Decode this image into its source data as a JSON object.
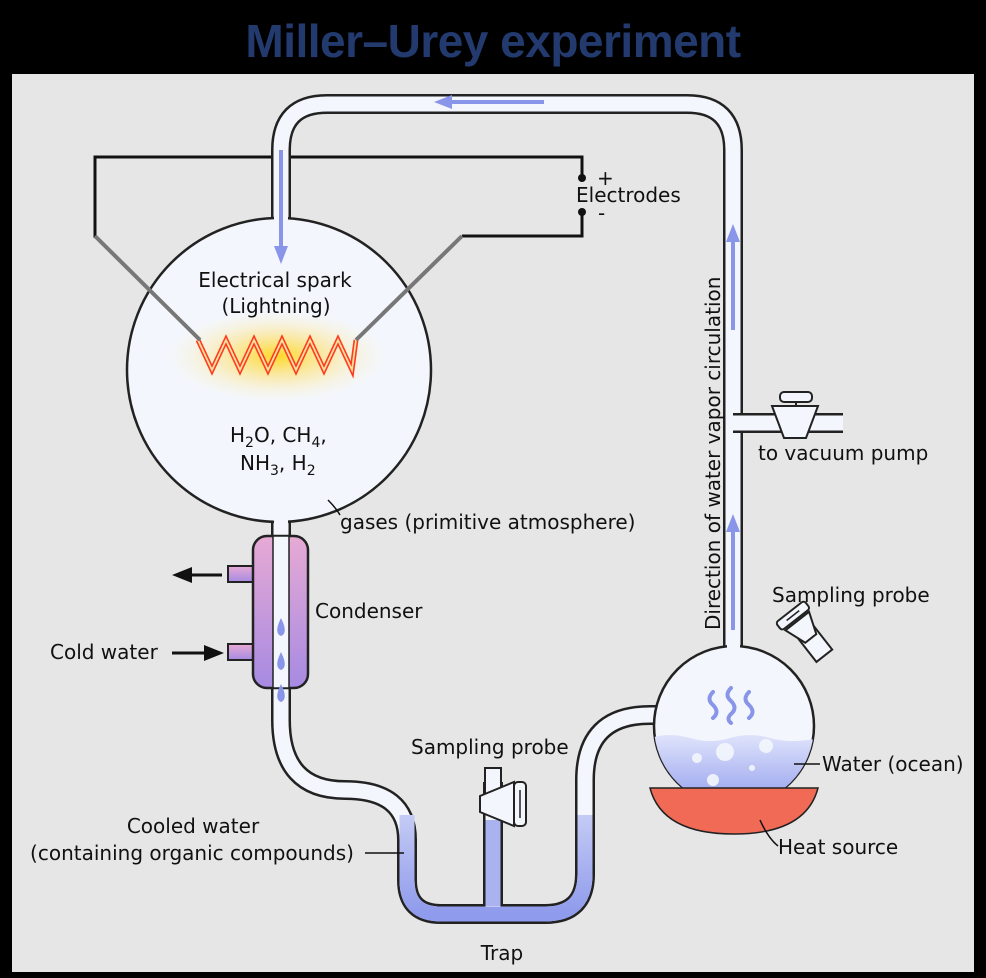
{
  "title": "Miller–Urey experiment",
  "labels": {
    "plus": "+",
    "electrodes": "Electrodes",
    "minus": "-",
    "spark_line1": "Electrical spark",
    "spark_line2": "(Lightning)",
    "gases_line1_a": "H",
    "gases_line1_b": "2",
    "gases_line1_c": "O, CH",
    "gases_line1_d": "4",
    "gases_line1_e": ",",
    "gases_line2_a": "NH",
    "gases_line2_b": "3",
    "gases_line2_c": ", H",
    "gases_line2_d": "2",
    "atmosphere": "gases (primitive atmosphere)",
    "condenser": "Condenser",
    "cold_water": "Cold water",
    "vacuum_pump": "to vacuum pump",
    "circulation": "Direction of water vapor circulation",
    "sampling_probe_right": "Sampling probe",
    "sampling_probe_trap": "Sampling probe",
    "water_ocean": "Water (ocean)",
    "heat_source": "Heat source",
    "cooled_water_line1": "Cooled water",
    "cooled_water_line2": "(containing organic compounds)",
    "trap": "Trap"
  },
  "colors": {
    "title": "#233a6e",
    "glass": "#f3f6fc",
    "glass_outline": "#222222",
    "arrow_blue": "#8895e8",
    "water": "#97a4ee",
    "spark": "#ff3b1f",
    "heat": "#f06a55",
    "condenser_top": "#e2a8d6",
    "condenser_bottom": "#a88ae0"
  }
}
